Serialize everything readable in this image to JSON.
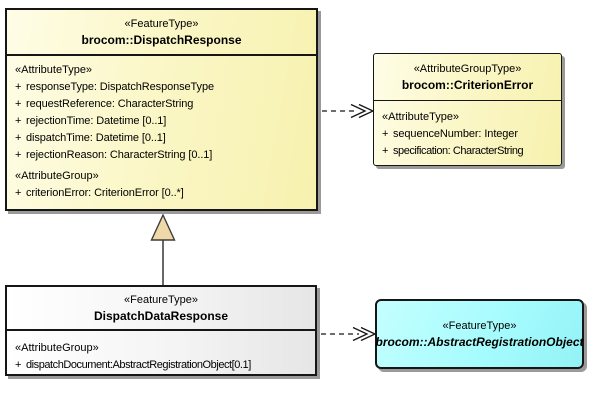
{
  "colors": {
    "class_fill_yellow": "#F9F3B4",
    "class_fill_yellow_light": "#FEFDE6",
    "class_fill_gray": "#E6E6E6",
    "class_fill_white": "#FFFFFF",
    "class_fill_cyan": "#A4FBFD",
    "border_black": "#161616",
    "shadow_gray": "#9A9A9A",
    "generalization_triangle_tan": "#F0D9A9"
  },
  "classes": {
    "dispatchResponse": {
      "stereotype": "«FeatureType»",
      "name": "brocom::DispatchResponse",
      "attr_type_header": "«AttributeType»",
      "attrs": [
        {
          "vis": "+",
          "text": "responseType: DispatchResponseType"
        },
        {
          "vis": "+",
          "text": "requestReference: CharacterString"
        },
        {
          "vis": "+",
          "text": "rejectionTime: Datetime [0..1]"
        },
        {
          "vis": "+",
          "text": "dispatchTime: Datetime [0..1]"
        },
        {
          "vis": "+",
          "text": "rejectionReason: CharacterString [0..1]"
        }
      ],
      "attr_group_header": "«AttributeGroup»",
      "group_attrs": [
        {
          "vis": "+",
          "text": "criterionError: CriterionError [0..*]"
        }
      ]
    },
    "criterionError": {
      "stereotype": "«AttributeGroupType»",
      "name": "brocom::CriterionError",
      "attr_type_header": "«AttributeType»",
      "attrs": [
        {
          "vis": "+",
          "text": "sequenceNumber: Integer"
        },
        {
          "vis": "+",
          "text": "specification: CharacterString"
        }
      ]
    },
    "dispatchDataResponse": {
      "stereotype": "«FeatureType»",
      "name": "DispatchDataResponse",
      "attr_group_header": "«AttributeGroup»",
      "group_attrs": [
        {
          "vis": "+",
          "text": "dispatchDocument:AbstractRegistrationObject[0.1]"
        }
      ]
    },
    "abstractRegistrationObject": {
      "stereotype": "«FeatureType»",
      "name": "brocom::AbstractRegistrationObject"
    }
  },
  "connectors": [
    {
      "type": "dependency",
      "from": "brocom::DispatchResponse",
      "to": "brocom::CriterionError",
      "line": "dashed",
      "head": "open-arrow"
    },
    {
      "type": "dependency",
      "from": "DispatchDataResponse",
      "to": "brocom::AbstractRegistrationObject",
      "line": "dashed",
      "head": "open-arrow"
    },
    {
      "type": "generalization",
      "from": "DispatchDataResponse",
      "to": "brocom::DispatchResponse",
      "line": "solid",
      "head": "hollow-triangle"
    }
  ]
}
